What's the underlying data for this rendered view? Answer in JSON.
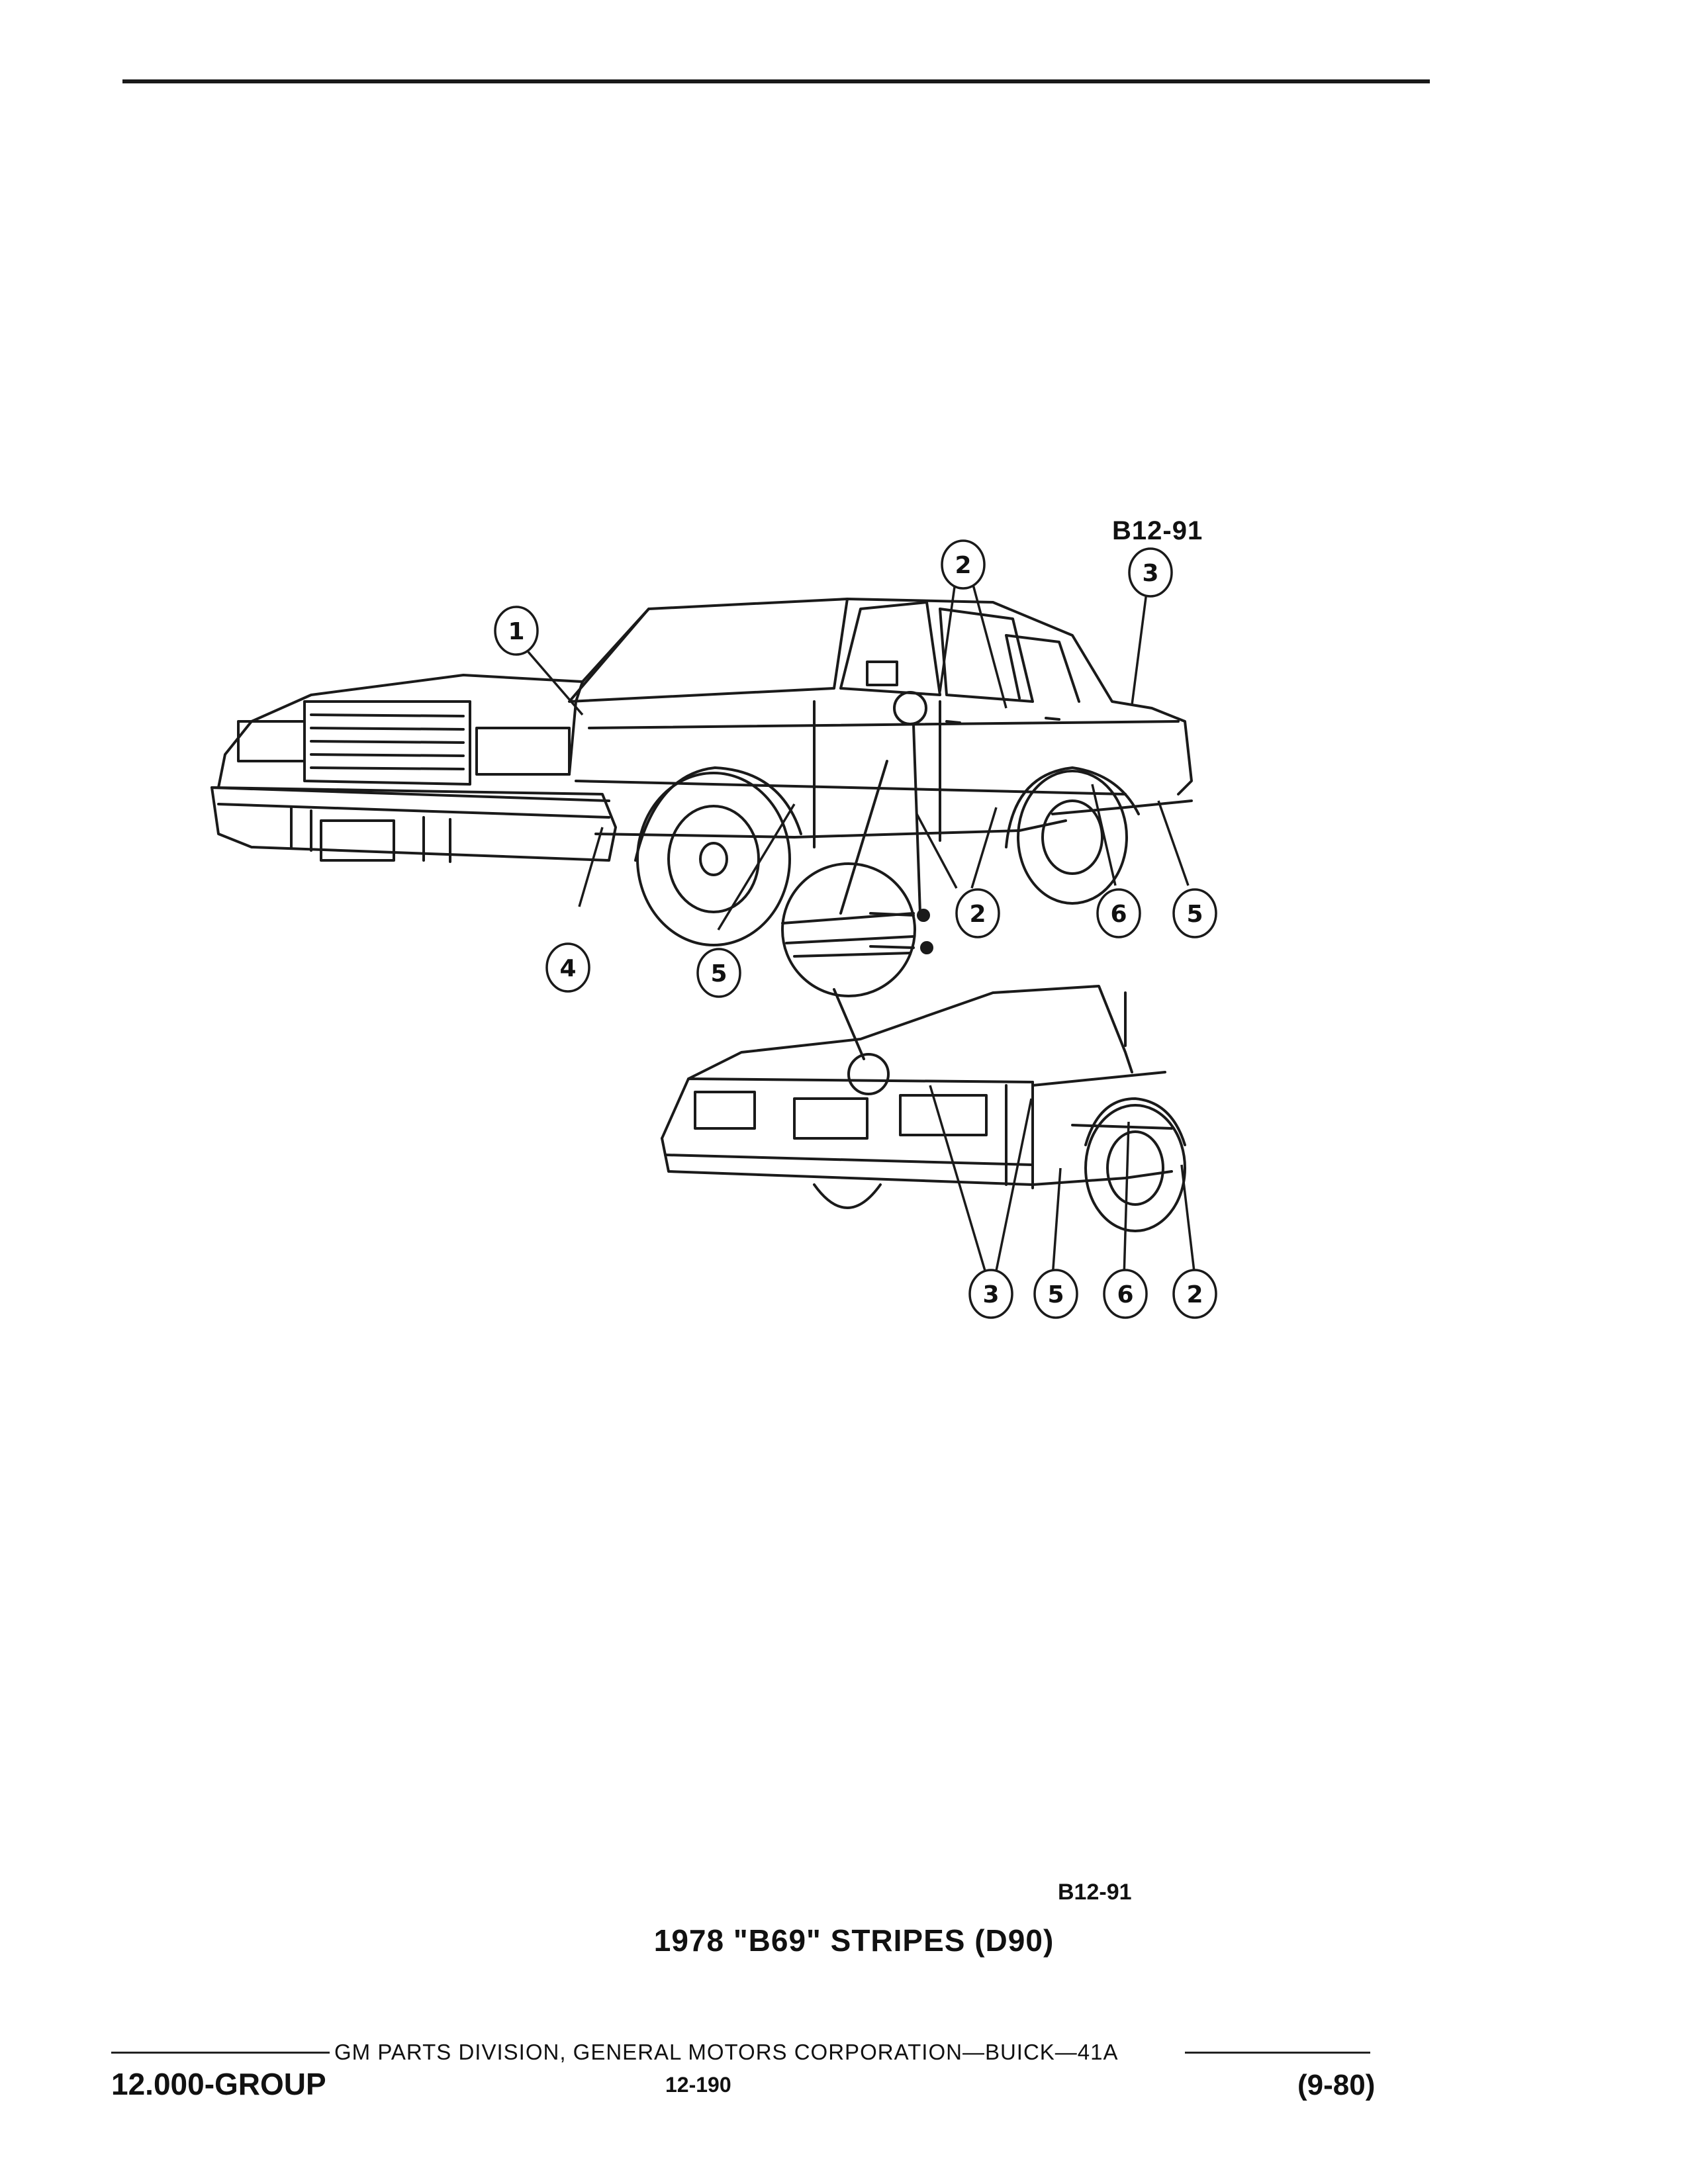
{
  "figure_code_top": "B12-91",
  "figure_code_bottom": "B12-91",
  "caption": "1978 \"B69\" STRIPES (D90)",
  "footer": {
    "credit": "GM PARTS DIVISION, GENERAL MOTORS CORPORATION—BUICK—41A",
    "group": "12.000-GROUP",
    "page": "12-190",
    "date": "(9-80)"
  },
  "callouts": {
    "front_1": "1",
    "front_2": "2",
    "front_3": "3",
    "front_4": "4",
    "front_5_front": "5",
    "front_2_rocker": "2",
    "front_6": "6",
    "front_5_rear": "5",
    "rear_3": "3",
    "rear_5": "5",
    "rear_6": "6",
    "rear_2": "2"
  }
}
